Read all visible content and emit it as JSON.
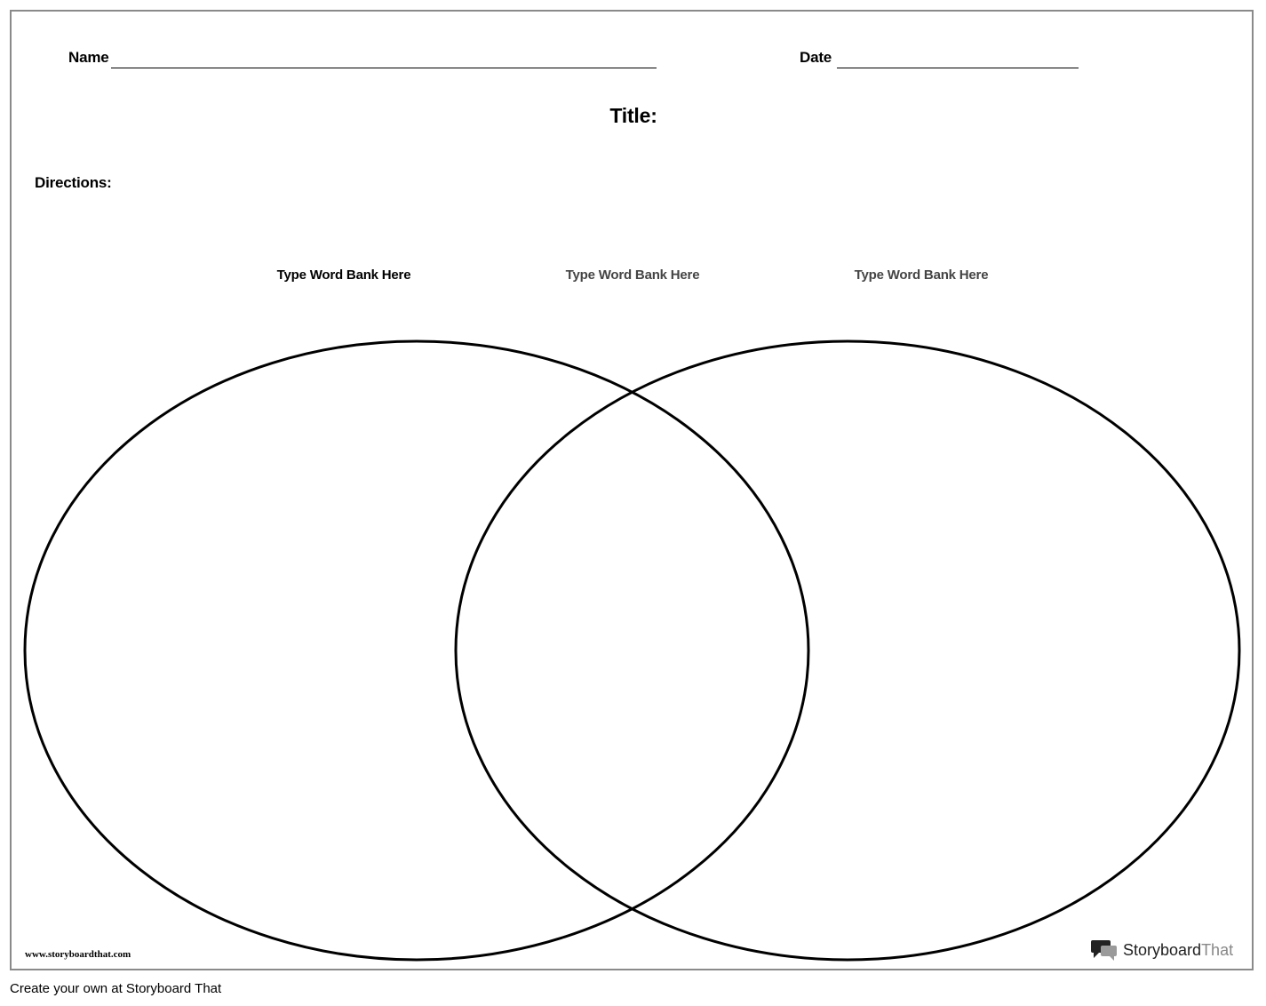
{
  "worksheet": {
    "name_label": "Name",
    "date_label": "Date",
    "title_label": "Title:",
    "directions_label": "Directions:",
    "word_banks": [
      "Type Word Bank Here",
      "Type Word Bank Here",
      "Type Word Bank Here"
    ]
  },
  "footer": {
    "website": "www.storyboardthat.com",
    "brand_name_dark": "Storyboard",
    "brand_name_light": "That",
    "brand_icon": "speech-bubbles-icon",
    "cta": "Create your own at Storyboard That"
  },
  "colors": {
    "border": "#8a8a8a",
    "ink": "#000000",
    "muted_text": "#444444"
  }
}
